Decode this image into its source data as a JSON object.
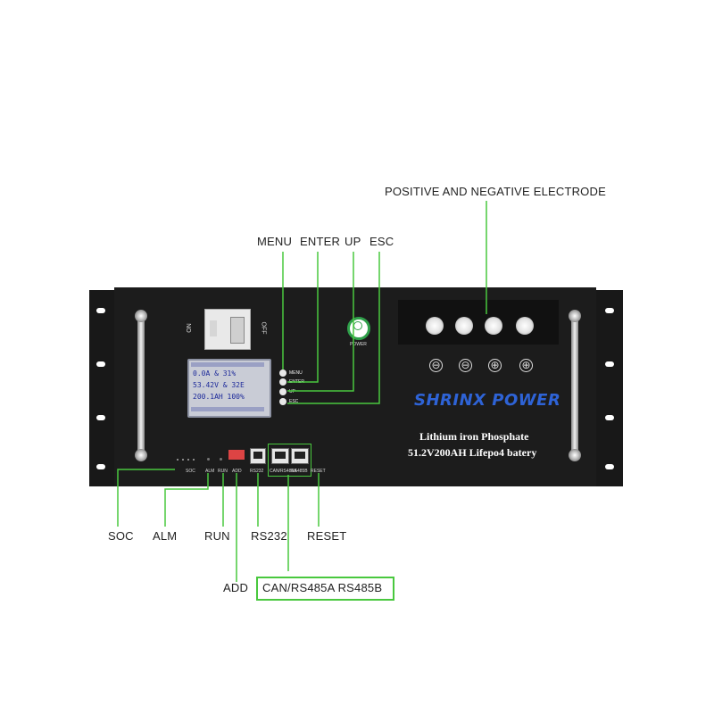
{
  "callouts": {
    "positive_negative": "POSITIVE AND NEGATIVE ELECTRODE",
    "menu": "MENU",
    "enter": "ENTER",
    "up": "UP",
    "esc": "ESC",
    "soc": "SOC",
    "alm": "ALM",
    "run": "RUN",
    "rs232": "RS232",
    "reset": "RESET",
    "add": "ADD",
    "can_rs485": "CAN/RS485A RS485B"
  },
  "panel": {
    "brand": "SHRINX POWER",
    "line1": "Lithium iron Phosphate",
    "line2": "51.2V200AH Lifepo4 batery",
    "breaker_on": "NO",
    "breaker_off": "OFF",
    "power_label": "POWER",
    "btn_labels": [
      "MENU",
      "ENTER",
      "UP",
      "ESC"
    ],
    "small": {
      "soc": "SOC",
      "alm": "ALM",
      "run": "RUN",
      "add": "ADD",
      "rs232": "RS232",
      "can": "CAN/RS485A",
      "rs485b": "RS485B",
      "reset": "RESET"
    },
    "polarity": [
      "⊖",
      "⊖",
      "⊕",
      "⊕"
    ]
  },
  "lcd": {
    "row1": "0.0A  &  31%",
    "row2": "53.42V  &  32E",
    "row3": "200.1AH  100%"
  },
  "colors": {
    "callout_line": "#49c83e",
    "brand": "#2e63d6",
    "panel": "#1c1c1c"
  }
}
